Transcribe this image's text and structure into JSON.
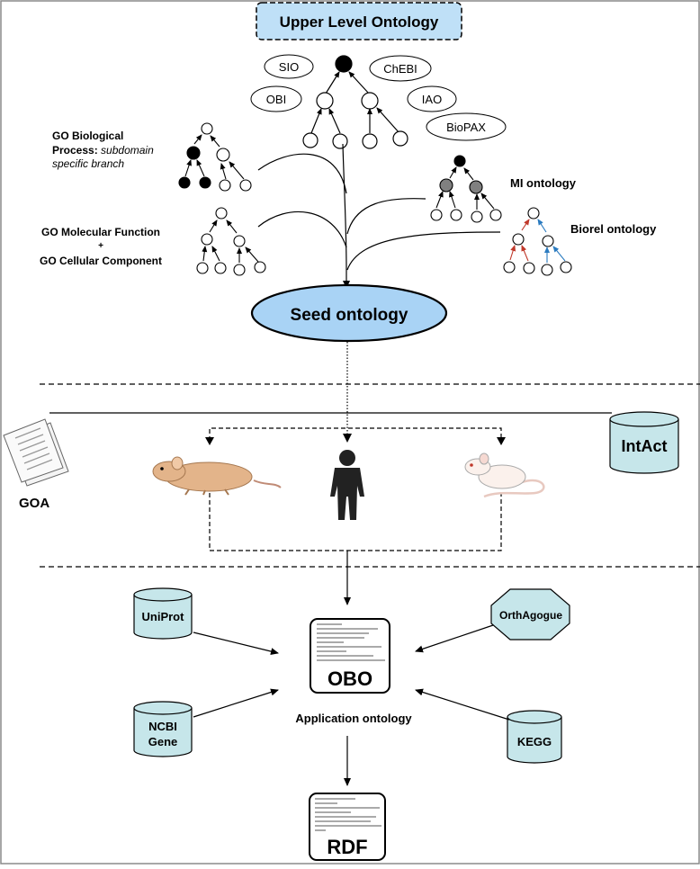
{
  "top": {
    "title": "Upper Level Ontology",
    "ellipses": [
      "SIO",
      "OBI",
      "ChEBI",
      "IAO",
      "BioPAX"
    ]
  },
  "left_labels": {
    "go_bp_line1": "GO Biological",
    "go_bp_line2_bold": "Process:",
    "go_bp_line2_italic": "subdomain",
    "go_bp_line3_italic": "specific branch",
    "go_mf_line1": "GO Molecular Function",
    "go_mf_plus": "+",
    "go_mf_line2": "GO Cellular  Component"
  },
  "right_labels": {
    "mi": "MI ontology",
    "biorel": "Biorel ontology"
  },
  "seed": "Seed ontology",
  "middle": {
    "goa": "GOA",
    "intact": "IntAct"
  },
  "bottom": {
    "uniprot": "UniProt",
    "ncbi_line1": "NCBI",
    "ncbi_line2": "Gene",
    "orthagogue": "OrthAgogue",
    "kegg": "KEGG",
    "obo": "OBO",
    "app_ontology": "Application ontology",
    "rdf": "RDF"
  },
  "colors": {
    "light_blue": "#c6e6ea",
    "seed_fill": "#a9d3f5",
    "title_fill": "#bfe0f7",
    "red_arrow": "#c0392b",
    "blue_arrow": "#2b7bc0",
    "grey_node": "#808080"
  }
}
